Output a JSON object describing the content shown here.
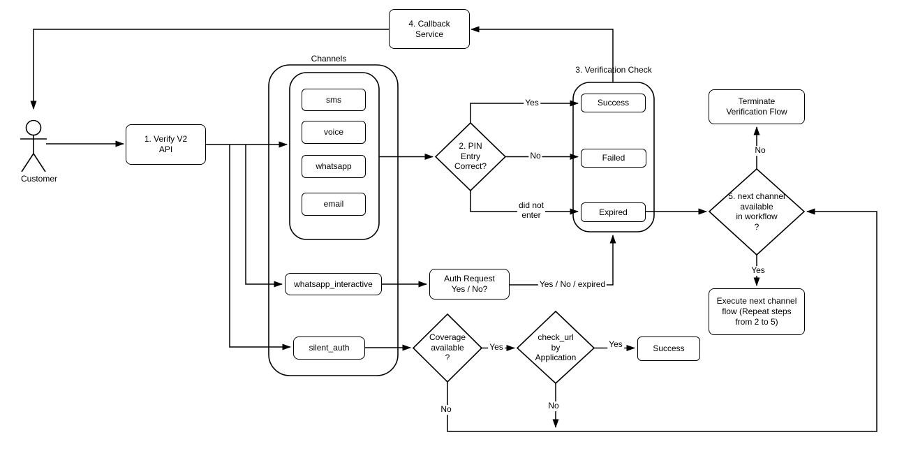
{
  "containers": {
    "channels_title": "Channels",
    "verification_title": "3. Verification Check"
  },
  "nodes": {
    "customer": "Customer",
    "verify_api": "1. Verify V2\nAPI",
    "sms": "sms",
    "voice": "voice",
    "whatsapp": "whatsapp",
    "email": "email",
    "whatsapp_interactive": "whatsapp_interactive",
    "silent_auth": "silent_auth",
    "pin_entry": "2. PIN\nEntry\nCorrect?",
    "auth_request": "Auth Request\nYes / No?",
    "success": "Success",
    "failed": "Failed",
    "expired": "Expired",
    "callback_service": "4. Callback\nService",
    "terminate": "Terminate\nVerification Flow",
    "next_channel": "5. next channel\navailable\nin workflow\n?",
    "execute_next": "Execute next channel\nflow (Repeat steps\nfrom 2 to 5)",
    "coverage": "Coverage\navailable\n?",
    "check_url": "check_url\nby\nApplication",
    "silent_auth_success": "Success"
  },
  "edge_labels": {
    "pin_yes": "Yes",
    "pin_no": "No",
    "pin_did_not_enter": "did not\nenter",
    "auth_request_result": "Yes / No / expired",
    "next_channel_no": "No",
    "next_channel_yes": "Yes",
    "coverage_yes": "Yes",
    "coverage_no": "No",
    "check_url_yes": "Yes",
    "check_url_no": "No"
  },
  "colors": {
    "stroke": "#000000",
    "background": "#ffffff",
    "text": "#000000"
  }
}
